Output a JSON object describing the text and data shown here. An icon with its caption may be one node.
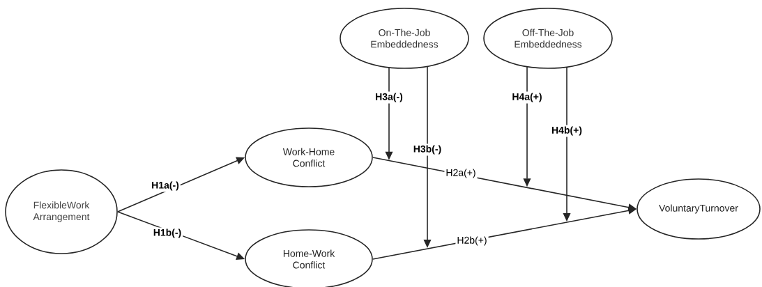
{
  "diagram": {
    "nodes": [
      {
        "text": [
          "FlexibleWork Arrangement"
        ]
      },
      {
        "text": [
          "Work-Home Conflict"
        ]
      },
      {
        "text": [
          "Home-Work Conflict"
        ]
      },
      {
        "text": [
          "On-The-Job Embeddedness"
        ]
      },
      {
        "text": [
          "Off-The-Job Embeddedness"
        ]
      },
      {
        "text": [
          "VoluntaryTurnover"
        ]
      }
    ],
    "edges": [
      {
        "from": 0,
        "to": 1,
        "arrow": "to",
        "label": "H1a(-)"
      },
      {
        "from": 0,
        "to": 2,
        "arrow": "to",
        "label": "H1b(-)"
      },
      {
        "from": 1,
        "to": 5,
        "arrow": "to",
        "label": "H2a(+)"
      },
      {
        "from": 2,
        "to": 5,
        "arrow": "to",
        "label": "H2b(+)"
      },
      {
        "from": 3,
        "to": null,
        "arrow": "to",
        "label": "H3a(-)"
      },
      {
        "from": 3,
        "to": null,
        "arrow": "to",
        "label": "H3b(-)"
      },
      {
        "from": 4,
        "to": null,
        "arrow": "to",
        "label": "H4a(+)"
      },
      {
        "from": 4,
        "to": null,
        "arrow": "to",
        "label": "H4b(+)"
      }
    ]
  }
}
